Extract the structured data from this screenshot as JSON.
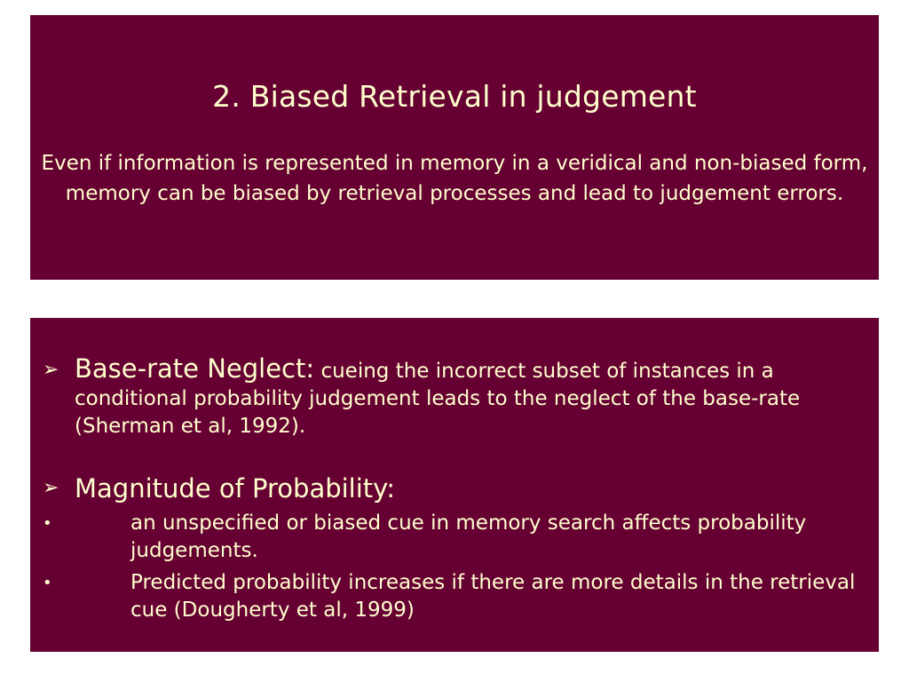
{
  "slide": {
    "title": "2. Biased Retrieval in judgement",
    "subtitle": "Even if information is represented in memory in a veridical and non-biased form, memory can be biased by retrieval processes and lead to judgement errors.",
    "points": [
      {
        "marker": "➢",
        "heading": "Base-rate Neglect:",
        "text": " cueing the incorrect subset of instances in a conditional probability judgement leads to the neglect of the base-rate (Sherman et al, 1992)."
      },
      {
        "marker": "➢",
        "heading": "Magnitude of Probability:",
        "bullets": [
          {
            "marker": "•",
            "text": "an unspecified or biased cue in memory search affects probability judgements."
          },
          {
            "marker": "•",
            "text": "Predicted probability increases if there are more details in the retrieval cue (Dougherty et al, 1999)"
          }
        ]
      }
    ]
  },
  "colors": {
    "panel_background": "#660033",
    "text": "#ffffcc",
    "page_background": "#ffffff"
  }
}
